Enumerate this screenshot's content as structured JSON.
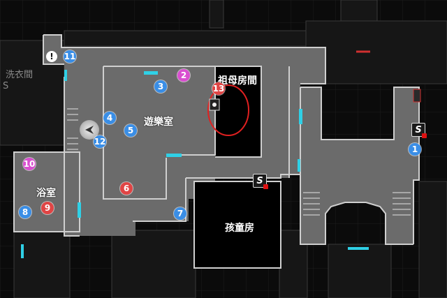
{
  "rooms": {
    "laundry": "洗衣間",
    "laundry_sub": "S",
    "playroom": "遊樂室",
    "grandma": "祖母房間",
    "bathroom": "浴室",
    "kids_room": "孩童房"
  },
  "markers": [
    {
      "num": "1",
      "color": "#3a8ee6"
    },
    {
      "num": "2",
      "color": "#d94fd0"
    },
    {
      "num": "3",
      "color": "#3a8ee6"
    },
    {
      "num": "4",
      "color": "#3a8ee6"
    },
    {
      "num": "5",
      "color": "#3a8ee6"
    },
    {
      "num": "6",
      "color": "#e04545"
    },
    {
      "num": "7",
      "color": "#3a8ee6"
    },
    {
      "num": "8",
      "color": "#3a8ee6"
    },
    {
      "num": "9",
      "color": "#e04545"
    },
    {
      "num": "10",
      "color": "#d94fd0"
    },
    {
      "num": "11",
      "color": "#3a8ee6"
    },
    {
      "num": "12",
      "color": "#3a8ee6"
    },
    {
      "num": "13",
      "color": "#e04545"
    }
  ],
  "icons": {
    "save": "S",
    "info": "!",
    "player": "player-arrow-icon"
  },
  "colors": {
    "floor": "#6b6b6b",
    "wall": "#c9c9c9",
    "door": "#2fd0e6",
    "highlight": "#e02020",
    "unexplored": "#000000"
  }
}
